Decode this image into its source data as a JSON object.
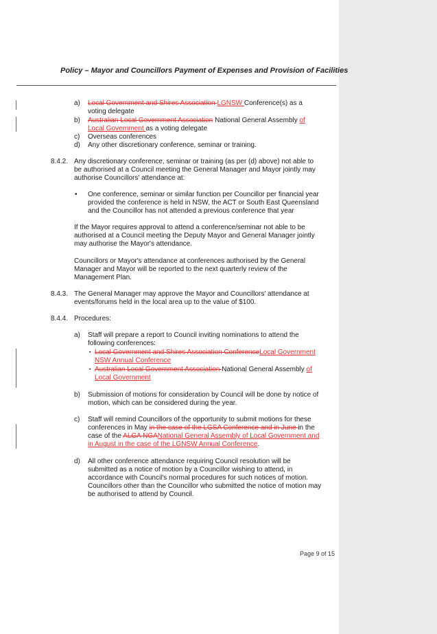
{
  "header": {
    "title": "Policy – Mayor and Councillors Payment of Expenses and Provision of Facilities"
  },
  "list_a": {
    "a": {
      "label": "a)",
      "del1": "Local Government and Shires Association ",
      "ins1": "LGNSW ",
      "text1": "Conference(s) as a",
      "text2": "voting delegate"
    },
    "b": {
      "label": "b)",
      "del1": "Australian Local Government Association",
      "text1": " National General Assembly ",
      "ins1": "of",
      "ins2": "Local Government ",
      "text2": "as a voting delegate"
    },
    "c": {
      "label": "c)",
      "text1": "Overseas conferences"
    },
    "d": {
      "label": "d)",
      "text1": "Any other discretionary conference, seminar or training."
    }
  },
  "s842": {
    "number": "8.4.2.",
    "para_lines": [
      "Any discretionary conference, seminar or training (as per (d) above) not able to",
      "be authorised at a Council meeting the General Manager and Mayor jointly may",
      "authorise Councillors' attendance at:"
    ],
    "bullet": "•",
    "bullet_lines": [
      "One conference, seminar or similar function per Councillor per financial year",
      "provided the conference is held in NSW, the ACT or South East Queensland",
      "and the Councillor has not attended a previous conference that year"
    ],
    "mayor_lines": [
      "If the Mayor requires approval to attend a conference/seminar not able to be",
      "authorised at a Council meeting the Deputy Mayor and General Manager jointly",
      "may authorise the Mayor's attendance."
    ],
    "report_lines": [
      "Councillors or Mayor's attendance at conferences authorised by the General",
      "Manager and Mayor will be reported to the next quarterly review of the",
      "Management Plan."
    ]
  },
  "s843": {
    "number": "8.4.3.",
    "lines": [
      "The General Manager may approve the Mayor and Councillors' attendance at",
      "events/forums held in the local area up to the value of $100."
    ]
  },
  "s844": {
    "number": "8.4.4.",
    "title": "Procedures:",
    "a": {
      "label": "a)",
      "lines": [
        "Staff will prepare a report to Council inviting nominations to attend the",
        "following conferences:"
      ],
      "sub_bullet": "▪",
      "sub1_del": "Local Government and Shires Association Conference",
      "sub1_ins1": "Local Government",
      "sub1_ins2": "NSW Annual Conference",
      "sub2_del": "Australian Local Government Association ",
      "sub2_text": "National General Assembly ",
      "sub2_ins1": "of",
      "sub2_ins2": "Local Government"
    },
    "b": {
      "label": "b)",
      "lines": [
        "Submission of motions for consideration by Council will be done by notice of",
        "motion, which can be considered during the year."
      ]
    },
    "c": {
      "label": "c)",
      "l1": "Staff will remind Councillors of the opportunity to submit motions for these",
      "l2_text": "conferences in May ",
      "l2_del": "in the case of the LGSA Conference and in June ",
      "l2_text2": "in the",
      "l3_text": "case of the ",
      "l3_del": "ALGA NGA",
      "l3_ins": "National General Assembly of Local Government and",
      "l4_ins": "in August in the case of the LGNSW Annual Conference",
      "l4_text": "."
    },
    "d": {
      "label": "d)",
      "lines": [
        "All other conference attendance requiring Council resolution will be",
        "submitted as a notice of motion by a Councillor wishing to attend, in",
        "accordance with Council's normal procedures for such notices of motion.",
        "Councillors other than the Councillor who submitted the notice of motion may",
        "be authorised to attend by Council."
      ]
    }
  },
  "footer": {
    "page": "Page 9 of 15"
  },
  "colors": {
    "deleted": "#e03030",
    "inserted": "#e03030",
    "margin_panel": "#ebebeb"
  }
}
